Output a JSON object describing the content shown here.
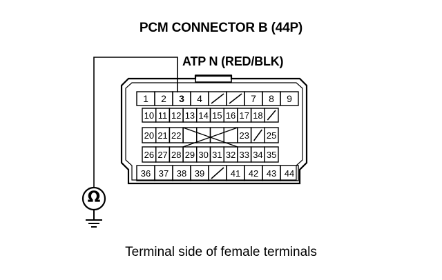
{
  "title": "PCM CONNECTOR B (44P)",
  "signal_label": "ATP N (RED/BLK)",
  "caption": "Terminal side of female terminals",
  "meter_symbol": "Ω",
  "probed_pin": "3",
  "connector": {
    "rows": [
      [
        "1",
        "2",
        "3",
        "4",
        "",
        "",
        "7",
        "8",
        "9"
      ],
      [
        "10",
        "11",
        "12",
        "13",
        "14",
        "15",
        "16",
        "17",
        "18",
        ""
      ],
      [
        "20",
        "21",
        "22",
        "",
        "",
        "",
        "",
        "23",
        "",
        "25"
      ],
      [
        "26",
        "27",
        "28",
        "29",
        "30",
        "31",
        "32",
        "33",
        "34",
        "35"
      ],
      [
        "36",
        "37",
        "38",
        "39",
        "",
        "41",
        "42",
        "43",
        "44"
      ]
    ]
  },
  "colors": {
    "ink": "#000000",
    "background": "#ffffff"
  }
}
